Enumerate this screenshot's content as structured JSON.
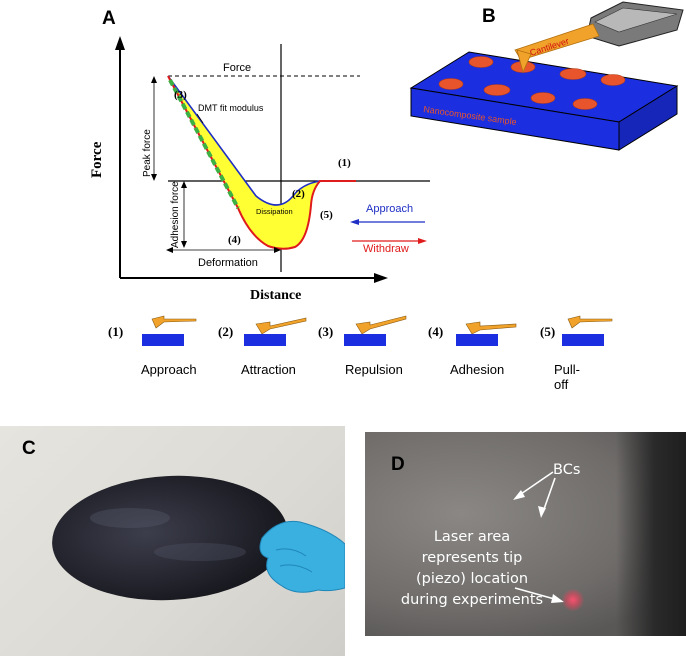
{
  "panels": {
    "a": "A",
    "b": "B",
    "c": "C",
    "d": "D"
  },
  "panel_a": {
    "y_axis": "Force",
    "x_axis": "Distance",
    "force_bracket": "Force",
    "peak_force": "Peak force",
    "adhesion_force": "Adhesion force",
    "dmt": "DMT fit modulus",
    "dissipation": "Dissipation",
    "deformation": "Deformation",
    "markers": [
      "(1)",
      "(2)",
      "(3)",
      "(4)",
      "(5)"
    ],
    "approach": "Approach",
    "withdraw": "Withdraw",
    "colors": {
      "approach": "#1f2fc4",
      "withdraw": "#e01b1b",
      "dissipation_fill": "#ffff33",
      "dmt_fit": "#3cb043"
    }
  },
  "panel_b": {
    "cantilever": "Cantilever",
    "sample": "Nanocomposite sample",
    "colors": {
      "sample": "#1b2ee0",
      "cantilever": "#f0a22a",
      "particles": "#e8542b"
    }
  },
  "stages": [
    {
      "num": "(1)",
      "label": "Approach"
    },
    {
      "num": "(2)",
      "label": "Attraction"
    },
    {
      "num": "(3)",
      "label": "Repulsion"
    },
    {
      "num": "(4)",
      "label": "Adhesion"
    },
    {
      "num": "(5)",
      "label": "Pull-off"
    }
  ],
  "panel_d": {
    "bcs": "BCs",
    "laser_lines": [
      "Laser area",
      "represents tip",
      "(piezo) location",
      "during experiments"
    ]
  }
}
